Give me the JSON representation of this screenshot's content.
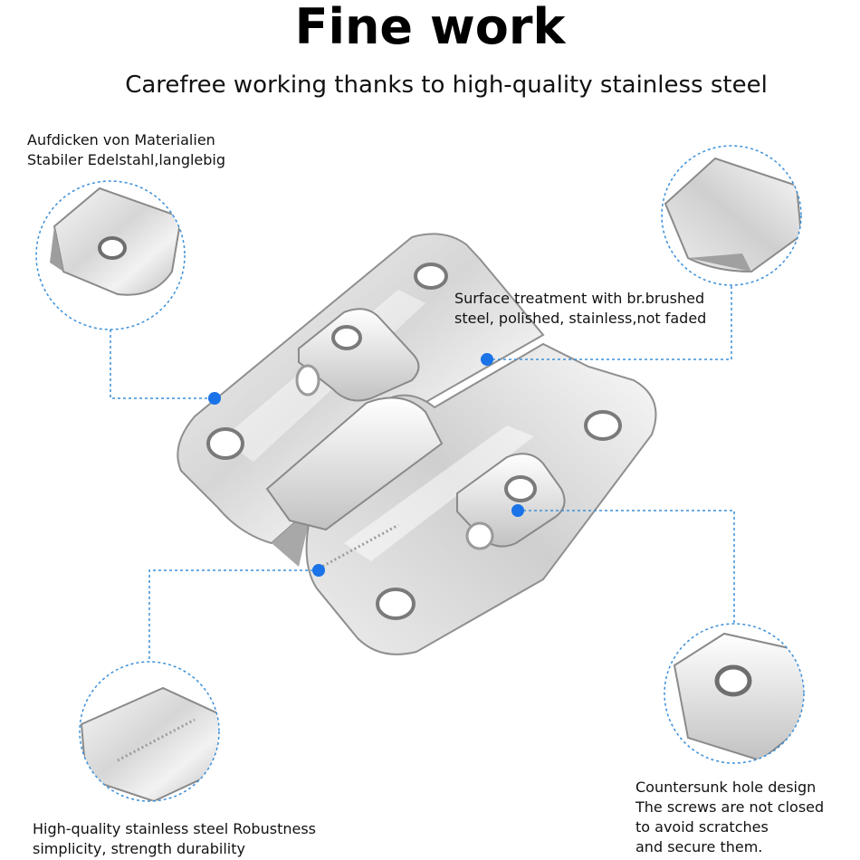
{
  "header": {
    "title": "Fine work",
    "subtitle": "Carefree working thanks to high-quality stainless steel"
  },
  "callouts": {
    "top_left": {
      "lines": [
        "Aufdicken von Materialien",
        "Stabiler Edelstahl,langlebig"
      ]
    },
    "top_right": {
      "lines": [
        "Surface treatment with br.brushed",
        "steel, polished, stainless,not faded"
      ]
    },
    "bottom_right": {
      "lines": [
        "Countersunk hole design",
        "The screws are not closed",
        "to avoid scratches",
        "and secure them."
      ]
    },
    "bottom_left": {
      "lines": [
        "High-quality stainless steel Robustness",
        "simplicity, strength durability"
      ]
    }
  },
  "colors": {
    "accent_dot": "#1a73e8",
    "dash_line": "#3b8fd9",
    "steel_light": "#eeeeee",
    "steel_mid": "#c9c9c9",
    "steel_dark": "#8a8a8a"
  },
  "product": {
    "name": "stainless-steel-interlocking-hanger-bracket"
  }
}
